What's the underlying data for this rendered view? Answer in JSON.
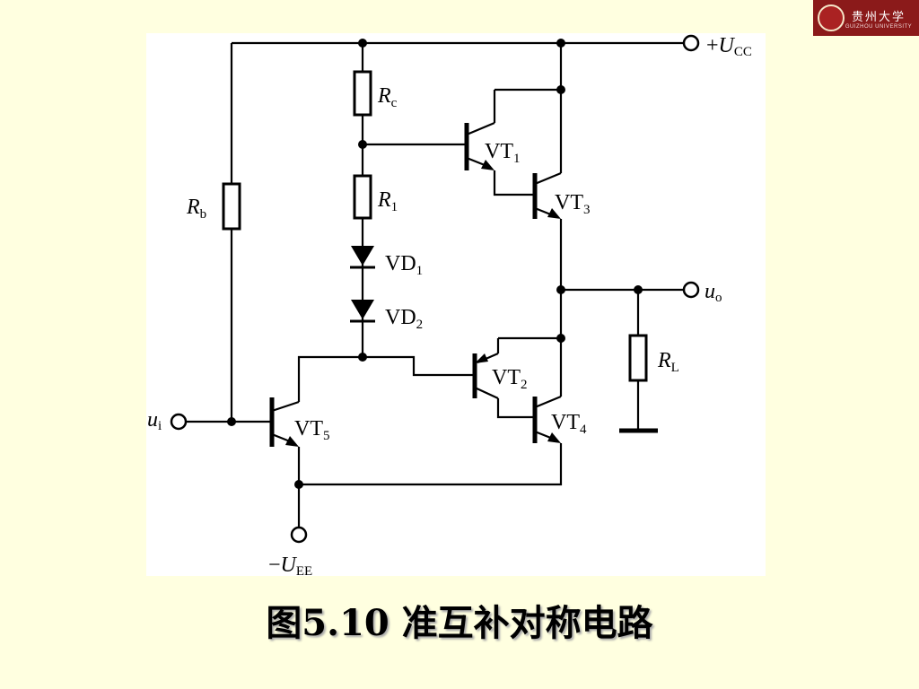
{
  "logo": {
    "name_cn": "贵州大学",
    "name_en": "GUIZHOU UNIVERSITY",
    "icon": "university-seal-icon"
  },
  "caption": "图5.10  准互补对称电路",
  "labels": {
    "ucc_sign": "+",
    "ucc_var": "U",
    "ucc_sub": "CC",
    "rc_var": "R",
    "rc_sub": "c",
    "r1_var": "R",
    "r1_sub": "1",
    "rb_var": "R",
    "rb_sub": "b",
    "vd1_main": "VD",
    "vd1_sub": "1",
    "vd2_main": "VD",
    "vd2_sub": "2",
    "vt1_main": "VT",
    "vt1_sub": "1",
    "vt2_main": "VT",
    "vt2_sub": "2",
    "vt3_main": "VT",
    "vt3_sub": "3",
    "vt4_main": "VT",
    "vt4_sub": "4",
    "vt5_main": "VT",
    "vt5_sub": "5",
    "uo_var": "u",
    "uo_sub": "o",
    "ui_var": "u",
    "ui_sub": "i",
    "rl_var": "R",
    "rl_sub": "L",
    "uee_sign": "−",
    "uee_var": "U",
    "uee_sub": "EE"
  }
}
